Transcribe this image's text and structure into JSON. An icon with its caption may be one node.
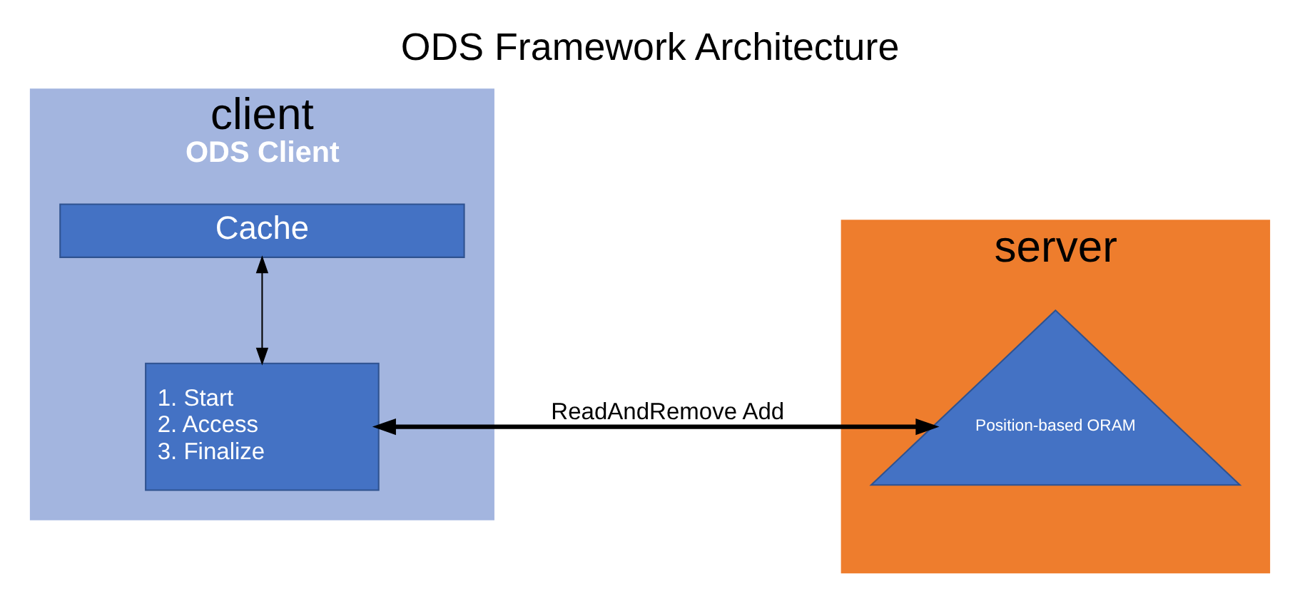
{
  "diagram": {
    "title": "ODS Framework Architecture",
    "nodes": [
      {
        "text": [
          "client",
          "ODS Client"
        ]
      },
      {
        "text": [
          "1. Start",
          "2. Access",
          "3. Finalize"
        ],
        "in": 0
      },
      {
        "text": [
          "Cache"
        ],
        "in": 0
      },
      {
        "text": [
          "server"
        ]
      },
      {
        "text": [
          "Position-based ORAM"
        ],
        "in": 3
      }
    ],
    "edges": [
      {
        "from": 1,
        "to": 4,
        "arrow": "both",
        "label": "ReadAndRemove Add",
        "style": "thick"
      },
      {
        "from": 1,
        "to": 2,
        "arrow": "both"
      }
    ]
  }
}
